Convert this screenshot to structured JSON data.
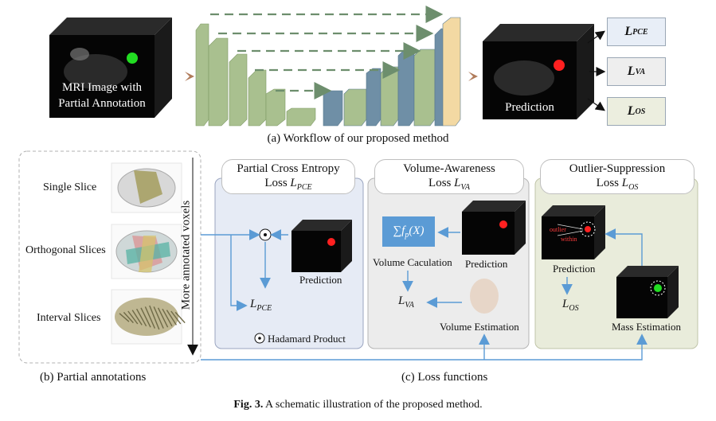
{
  "workflow": {
    "mri_label_line1": "MRI Image with",
    "mri_label_line2": "Partial Annotation",
    "prediction_label": "Prediction",
    "losses": [
      {
        "base": "L",
        "sub": "PCE"
      },
      {
        "base": "L",
        "sub": "VA"
      },
      {
        "base": "L",
        "sub": "OS"
      }
    ],
    "caption": "(a) Workflow of our proposed method"
  },
  "annotations": {
    "items": [
      "Single Slice",
      "Orthogonal Slices",
      "Interval Slices"
    ],
    "vertical_label": "More annotated voxels",
    "caption": "(b) Partial annotations"
  },
  "loss_panels": {
    "pce": {
      "title_line1": "Partial Cross Entropy",
      "title_line2_prefix": "Loss ",
      "title_line2_math": "L",
      "title_line2_sub": "PCE",
      "prediction": "Prediction",
      "output_math": "L",
      "output_sub": "PCE",
      "hadamard_symbol": "⊙",
      "hadamard_label": "Hadamard Product"
    },
    "va": {
      "title_line1": "Volume-Awareness",
      "title_line2_prefix": "Loss ",
      "title_line2_math": "L",
      "title_line2_sub": "VA",
      "sum_expr": "∑f",
      "sum_sub": "p",
      "sum_arg": "(X)",
      "volume_calc": "Volume Caculation",
      "prediction": "Prediction",
      "output_math": "L",
      "output_sub": "VA",
      "volume_estimation": "Volume Estimation"
    },
    "os": {
      "title_line1": "Outlier-Suppression",
      "title_line2_prefix": "Loss ",
      "title_line2_math": "L",
      "title_line2_sub": "OS",
      "outlier_text": "outlier",
      "within_text": "within",
      "prediction": "Prediction",
      "output_math": "L",
      "output_sub": "OS",
      "mass_estimation": "Mass Estimation"
    },
    "caption": "(c) Loss functions"
  },
  "figure_caption": {
    "label": "Fig. 3.",
    "text": " A schematic illustration of the proposed method."
  },
  "colors": {
    "unet_green": "#a9c08f",
    "unet_green_dark": "#7f9a66",
    "unet_blue": "#6f8fa6",
    "unet_output": "#f3d9a3",
    "arrow_dashed": "#6d8e6d",
    "arrow_blue": "#5b9bd5",
    "panel_pce_bg": "#e6ebf5",
    "panel_va_bg": "#ececec",
    "panel_os_bg": "#e9ecdb",
    "loss_pce_bg": "#e8eef7",
    "loss_va_bg": "#eeeeee",
    "loss_os_bg": "#eceedf",
    "annotation_red": "#ff2020",
    "annotation_green": "#22dd22"
  }
}
